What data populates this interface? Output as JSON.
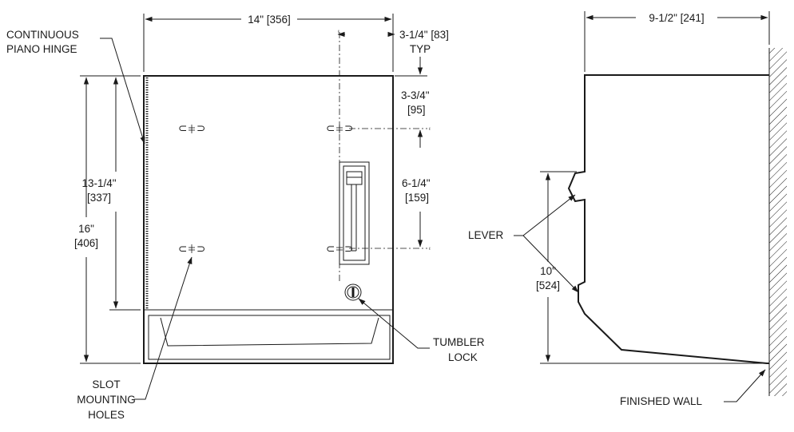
{
  "dimensions": {
    "overall_width": "14\" [356]",
    "offset_top_line1": "3-1/4\" [83]",
    "offset_top_line2": "TYP",
    "top_to_holes_line1": "3-3/4\"",
    "top_to_holes_line2": "[95]",
    "hole_spacing_line1": "6-1/4\"",
    "hole_spacing_line2": "[159]",
    "inner_height_line1": "13-1/4\"",
    "inner_height_line2": "[337]",
    "overall_height_line1": "16\"",
    "overall_height_line2": "[406]",
    "depth": "9-1/2\" [241]",
    "lever_height_line1": "10\"",
    "lever_height_line2": "[524]",
    "centerline_mark": "ℓ"
  },
  "labels": {
    "hinge_line1": "CONTINUOUS",
    "hinge_line2": "PIANO HINGE",
    "slot_line1": "SLOT",
    "slot_line2": "MOUNTING",
    "slot_line3": "HOLES",
    "tumbler_line1": "TUMBLER",
    "tumbler_line2": "LOCK",
    "lever": "LEVER",
    "finished_wall": "FINISHED WALL"
  }
}
